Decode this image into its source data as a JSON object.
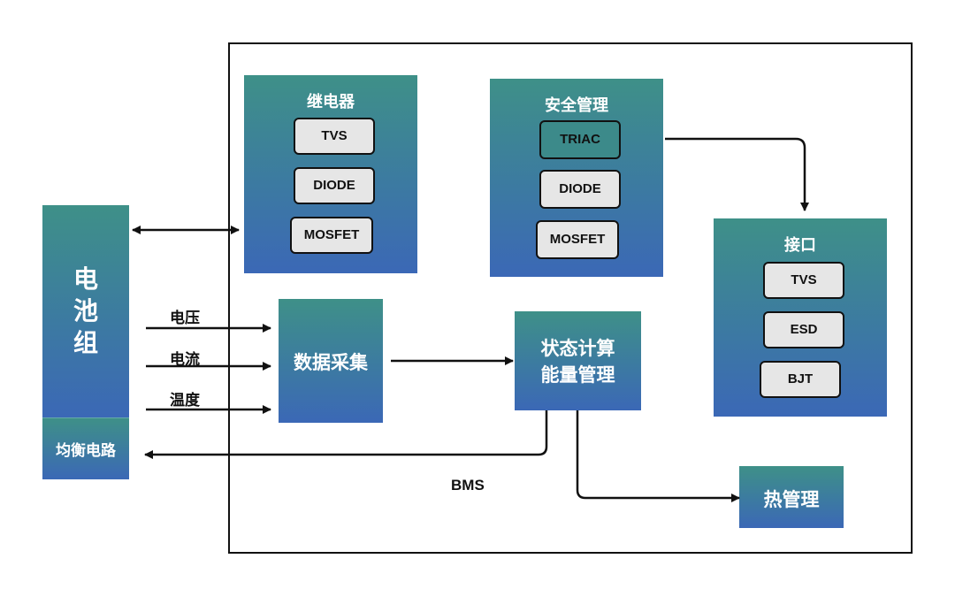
{
  "battery": {
    "title": "电\n池\n组",
    "balance": "均衡电路"
  },
  "signals": {
    "voltage": "电压",
    "current": "电流",
    "temperature": "温度"
  },
  "bms_label": "BMS",
  "relay": {
    "title": "继电器",
    "chips": [
      "TVS",
      "DIODE",
      "MOSFET"
    ]
  },
  "safety": {
    "title": "安全管理",
    "chips": [
      "TRIAC",
      "DIODE",
      "MOSFET"
    ]
  },
  "interface": {
    "title": "接口",
    "chips": [
      "TVS",
      "ESD",
      "BJT"
    ]
  },
  "acquisition": {
    "title": "数据采集"
  },
  "state": {
    "line1": "状态计算",
    "line2": "能量管理"
  },
  "thermal": {
    "title": "热管理"
  }
}
